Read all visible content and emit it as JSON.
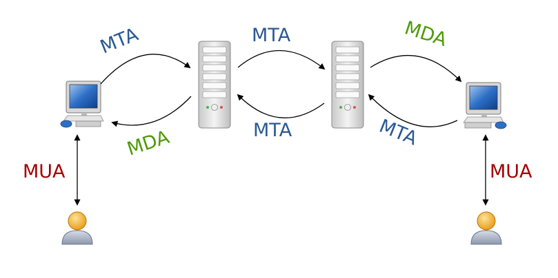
{
  "colors": {
    "mta": "#2a5894",
    "mda": "#4e9a06",
    "mua": "#a40000",
    "arrow": "#000000"
  },
  "labels": {
    "top_left": "MTA",
    "top_middle": "MTA",
    "top_right": "MDA",
    "bottom_left": "MDA",
    "bottom_middle": "MTA",
    "bottom_right": "MTA",
    "side_left": "MUA",
    "side_right": "MUA"
  },
  "icons": {
    "left_computer": "computer-icon",
    "right_computer": "computer-icon",
    "left_server": "server-icon",
    "right_server": "server-icon",
    "left_user": "user-icon",
    "right_user": "user-icon"
  }
}
